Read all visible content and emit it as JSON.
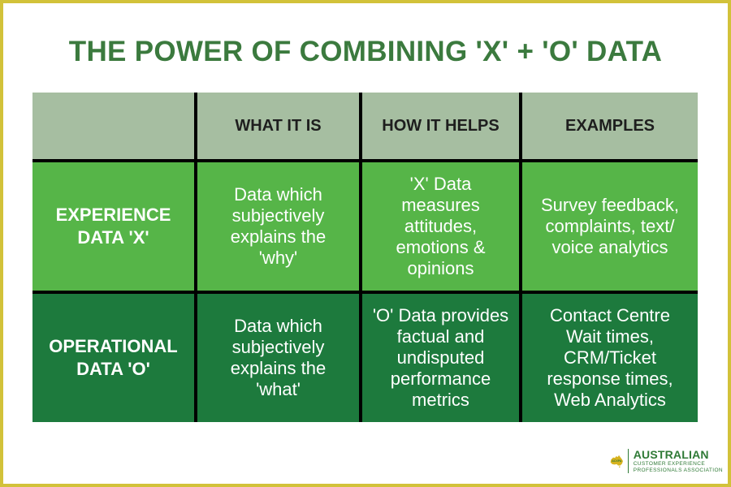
{
  "title": "THE POWER OF COMBINING 'X' + 'O' DATA",
  "table": {
    "headers": [
      "",
      "WHAT IT IS",
      "HOW IT HELPS",
      "EXAMPLES"
    ],
    "rows": [
      {
        "label": "EXPERIENCE DATA 'X'",
        "what": "Data which subjectively explains the 'why'",
        "how": "'X' Data measures attitudes, emotions & opinions",
        "examples": "Survey feedback, complaints, text/ voice analytics"
      },
      {
        "label": "OPERATIONAL DATA 'O'",
        "what": "Data which subjectively explains the 'what'",
        "how": "'O' Data provides factual and undisputed performance metrics",
        "examples": "Contact Centre Wait times, CRM/Ticket response times, Web Analytics"
      }
    ]
  },
  "logo": {
    "abbr": "ACXPA",
    "name": "AUSTRALIAN",
    "subline1": "CUSTOMER EXPERIENCE",
    "subline2": "PROFESSIONALS ASSOCIATION"
  },
  "colors": {
    "title": "#3b7a3e",
    "header_row": "#a6bea1",
    "experience_row": "#56b548",
    "operational_row": "#1d7a3d",
    "border": "#d2c23a"
  }
}
